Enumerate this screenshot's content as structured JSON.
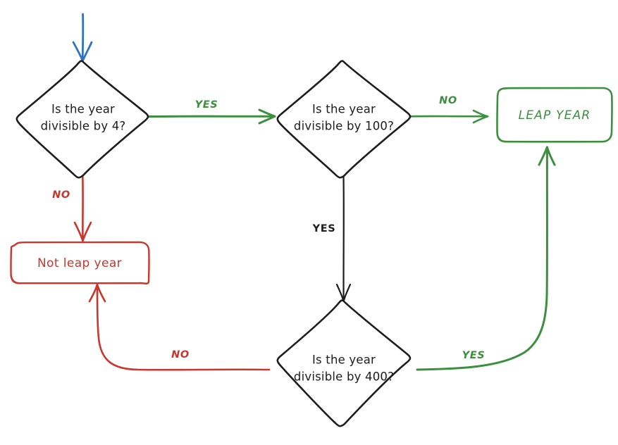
{
  "diagram": {
    "title": "Leap year decision flowchart",
    "type": "flowchart",
    "background": "#ffffff",
    "colors": {
      "black": "#1d1d1d",
      "green": "#3c8f3e",
      "red": "#c8372d",
      "blue": "#2f72bf",
      "node_fill": "#ffffff"
    },
    "nodes": [
      {
        "id": "d4",
        "shape": "diamond",
        "line1": "Is the year",
        "line2": "divisible by 4?",
        "color": "#1d1d1d"
      },
      {
        "id": "d100",
        "shape": "diamond",
        "line1": "Is the year",
        "line2": "divisible by 100?",
        "color": "#1d1d1d"
      },
      {
        "id": "d400",
        "shape": "diamond",
        "line1": "Is the year",
        "line2": "divisible by 400?",
        "color": "#1d1d1d"
      },
      {
        "id": "leap",
        "shape": "rounded-rect",
        "label": "LEAP YEAR",
        "color": "#3c8f3e"
      },
      {
        "id": "notleap",
        "shape": "rounded-rect",
        "label": "Not leap year",
        "color": "#c8372d"
      }
    ],
    "edges": [
      {
        "id": "entry",
        "from": "start",
        "to": "d4",
        "label": "",
        "color": "#2f72bf"
      },
      {
        "id": "d4-yes",
        "from": "d4",
        "to": "d100",
        "label": "YES",
        "color": "#3c8f3e"
      },
      {
        "id": "d4-no",
        "from": "d4",
        "to": "notleap",
        "label": "NO",
        "color": "#c8372d"
      },
      {
        "id": "d100-no",
        "from": "d100",
        "to": "leap",
        "label": "NO",
        "color": "#3c8f3e"
      },
      {
        "id": "d100-yes",
        "from": "d100",
        "to": "d400",
        "label": "YES",
        "color": "#1d1d1d"
      },
      {
        "id": "d400-no",
        "from": "d400",
        "to": "notleap",
        "label": "NO",
        "color": "#c8372d"
      },
      {
        "id": "d400-yes",
        "from": "d400",
        "to": "leap",
        "label": "YES",
        "color": "#3c8f3e"
      }
    ]
  }
}
